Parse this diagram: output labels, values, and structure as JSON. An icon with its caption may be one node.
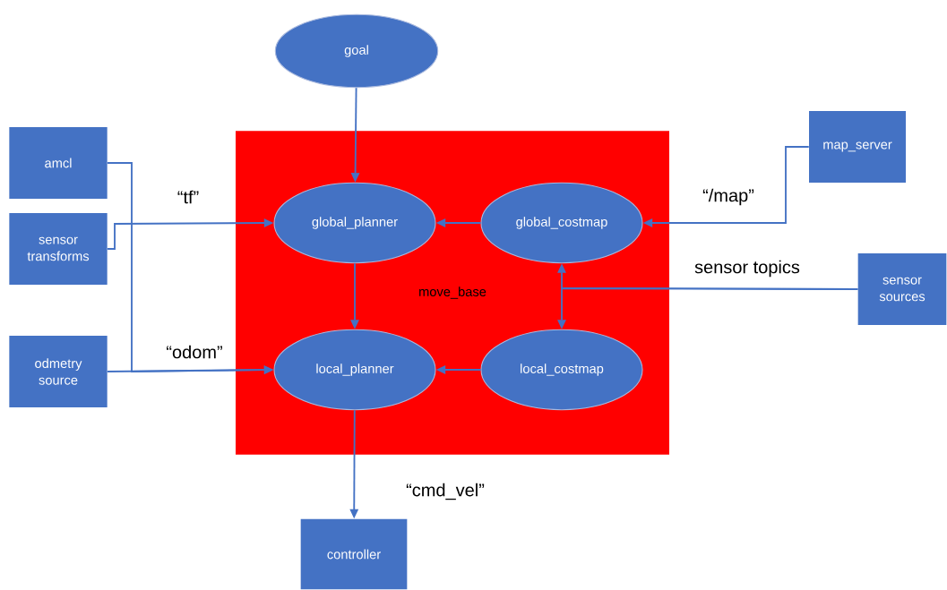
{
  "diagram": {
    "nodes": [
      {
        "text": [
          "goal"
        ]
      },
      {
        "text": [
          "move_base"
        ]
      },
      {
        "text": [
          "global_planner"
        ],
        "in": 1
      },
      {
        "text": [
          "global_costmap"
        ],
        "in": 1
      },
      {
        "text": [
          "local_planner"
        ],
        "in": 1
      },
      {
        "text": [
          "local_costmap"
        ],
        "in": 1
      },
      {
        "text": [
          "amcl"
        ]
      },
      {
        "text": [
          "sensor transforms"
        ]
      },
      {
        "text": [
          "odmetry source"
        ]
      },
      {
        "text": [
          "map_server"
        ]
      },
      {
        "text": [
          "sensor sources"
        ]
      },
      {
        "text": [
          "controller"
        ]
      }
    ],
    "edges": [
      {
        "from": 0,
        "to": 2,
        "arrow": "to"
      },
      {
        "from": 7,
        "to": 2,
        "arrow": "to",
        "label": "“tf”"
      },
      {
        "from": 6,
        "to": 4,
        "arrow": "to"
      },
      {
        "from": 8,
        "to": 4,
        "arrow": "to",
        "label": "“odom”"
      },
      {
        "from": 9,
        "to": 3,
        "arrow": "to",
        "label": "“/map”"
      },
      {
        "from": 10,
        "to": 3,
        "arrow": "to",
        "label": "sensor topics"
      },
      {
        "from": 10,
        "to": 5,
        "arrow": "to"
      },
      {
        "from": 3,
        "to": 2,
        "arrow": "to"
      },
      {
        "from": 5,
        "to": 4,
        "arrow": "to"
      },
      {
        "from": 2,
        "to": 4,
        "arrow": "to"
      },
      {
        "from": 4,
        "to": 11,
        "arrow": "to",
        "label": "“cmd_vel”"
      }
    ]
  }
}
